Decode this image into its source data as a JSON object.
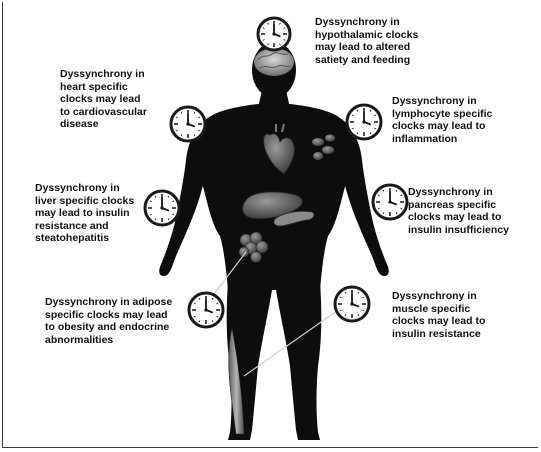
{
  "annotations": [
    {
      "id": "hypothalamus",
      "text": "Dyssynchrony in\nhypothalamic clocks\nmay lead to altered\nsatiety and feeding"
    },
    {
      "id": "heart",
      "text": "Dyssynchrony in\nheart specific\nclocks may lead\nto cardiovascular\ndisease"
    },
    {
      "id": "lymphocyte",
      "text": "Dyssynchrony in\nlymphocyte specific\nclocks may lead to\ninflammation"
    },
    {
      "id": "liver",
      "text": "Dyssynchrony in\nliver specific clocks\nmay lead to insulin\nresistance and\nsteatohepatitis"
    },
    {
      "id": "pancreas",
      "text": "Dyssynchrony in\npancreas specific\nclocks may lead to\ninsulin insufficiency"
    },
    {
      "id": "adipose",
      "text": "Dyssynchrony in adipose\nspecific clocks may lead\nto obesity and endocrine\nabnormalities"
    },
    {
      "id": "muscle",
      "text": "Dyssynchrony in\nmuscle specific\nclocks may lead to\ninsulin resistance"
    }
  ],
  "colors": {
    "body": "#0d0d0d",
    "organ": "#6b6b6b",
    "organ_highlight": "#a8a8a8",
    "clock_face": "#ffffff",
    "clock_rim": "#1a1a1a",
    "text": "#111111",
    "connector": "#cfcfcf"
  },
  "icons": [
    "clock-icon",
    "brain-icon",
    "heart-icon",
    "liver-icon",
    "pancreas-icon",
    "lymph-node-icon",
    "adipose-icon",
    "muscle-icon"
  ]
}
